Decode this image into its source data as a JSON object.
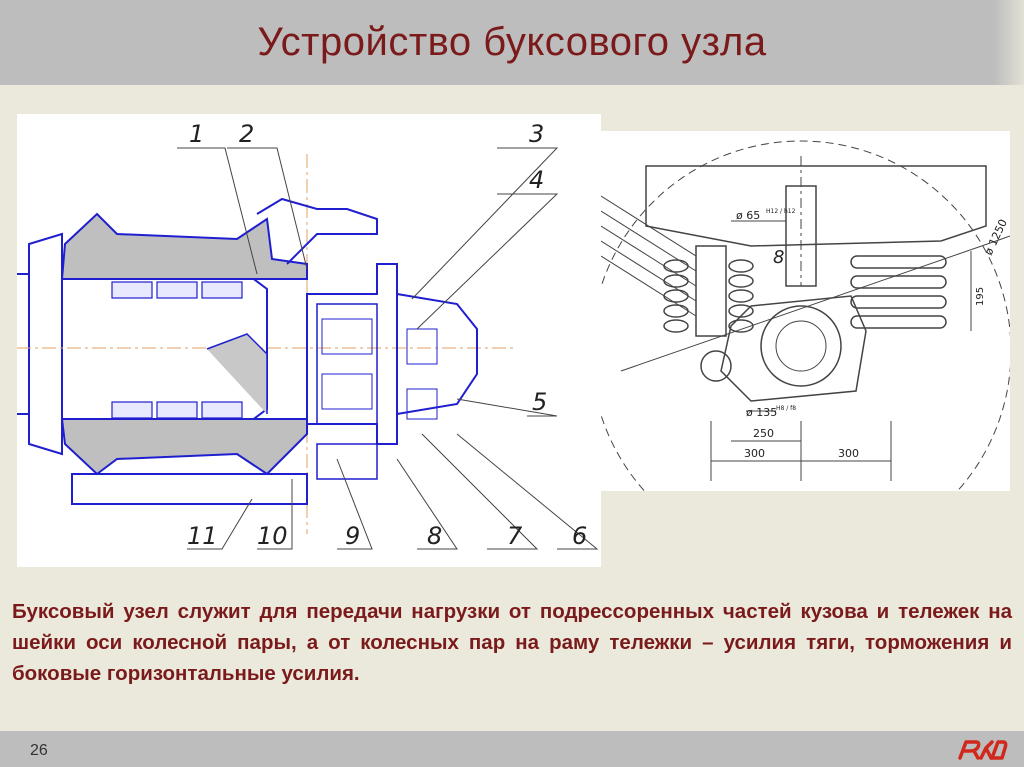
{
  "slide": {
    "title": "Устройство буксового узла",
    "description": "Буксовый узел служит для передачи нагрузки от подрессоренных частей кузова и тележек на шейки оси колесной пары, а от колесных пар на раму тележки – усилия тяги, торможения и боковые горизонтальные усилия.",
    "page_number": "26"
  },
  "left_diagram": {
    "callouts": [
      "1",
      "2",
      "3",
      "4",
      "5",
      "6",
      "7",
      "8",
      "9",
      "10",
      "11"
    ]
  },
  "right_diagram": {
    "callout_8": "8",
    "dim_phi65": "ø 65",
    "dim_phi65_tol": "H12 / h12",
    "dim_phi1250": "ø 1250",
    "dim_phi135": "ø 135",
    "dim_phi135_tol": "H8 / f8",
    "dim_195": "195",
    "dim_250": "250",
    "dim_300_left": "300",
    "dim_300_right": "300"
  },
  "colors": {
    "title": "#7a1a1a",
    "text": "#7a1a1a",
    "band": "#bdbdbd",
    "background": "#ebe8dc",
    "drawing_blue": "#1f1fd0",
    "logo_red": "#d0281c"
  },
  "logo": {
    "name": "rzd-logo"
  }
}
